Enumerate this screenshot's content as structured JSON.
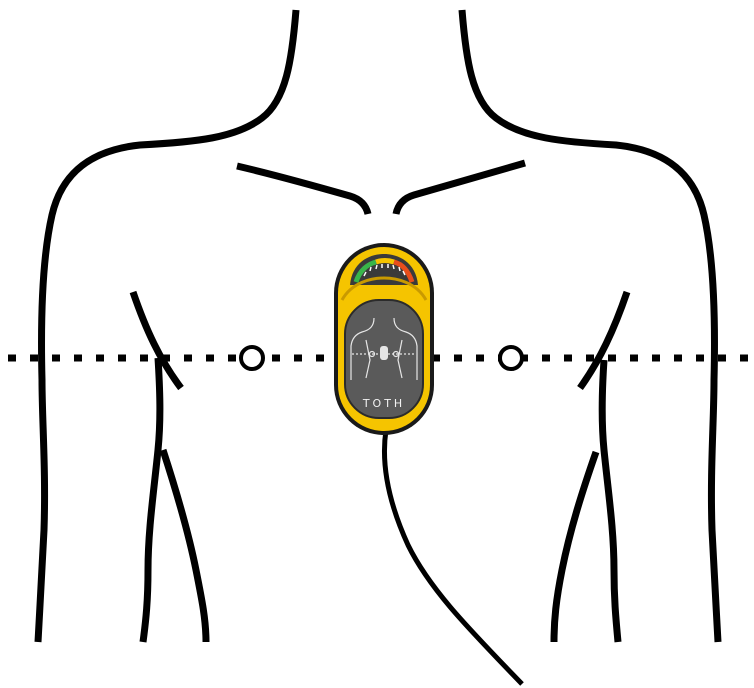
{
  "device": {
    "brand_label": "TOTH",
    "colors": {
      "casing": "#f5c400",
      "casing_dark": "#c99a00",
      "screen": "#5a5a5a",
      "gauge_green": "#39b54a",
      "gauge_yellow": "#f5c400",
      "gauge_red": "#e84e1b"
    },
    "screen_icon": "torso-outline-icon"
  },
  "diagram": {
    "subject": "upper-torso-outline-icon",
    "reference_line": "dotted-horizontal-line",
    "markers": [
      "circle-marker-left",
      "circle-marker-right"
    ]
  }
}
